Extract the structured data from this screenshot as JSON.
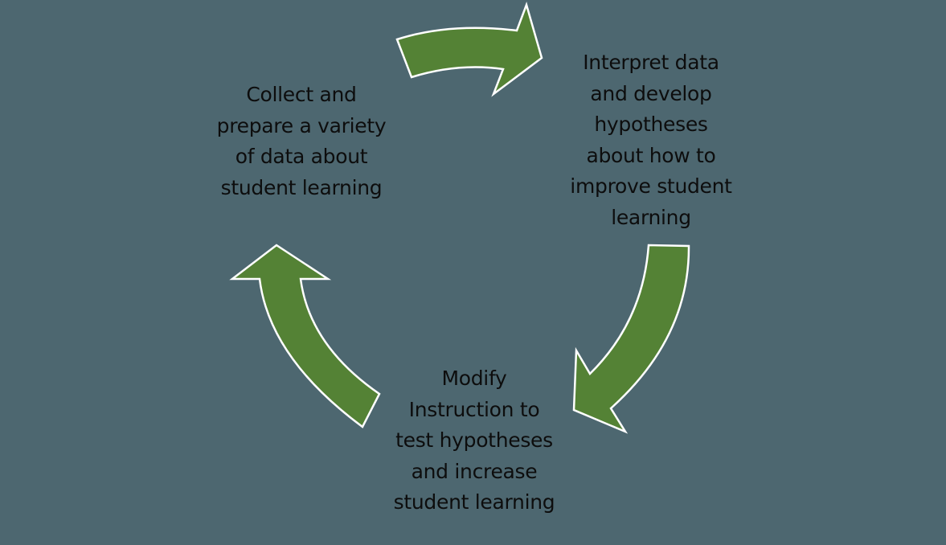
{
  "diagram": {
    "type": "cycle",
    "background_color": "#4d6770",
    "arrow_color": "#548235",
    "arrow_outline_color": "#ffffff",
    "text_color": "#0d0d0d",
    "steps": [
      {
        "id": "collect",
        "lines": [
          "Collect and",
          "prepare a variety",
          "of data about",
          "student learning"
        ]
      },
      {
        "id": "interpret",
        "lines": [
          "Interpret data",
          "and develop",
          "hypotheses",
          "about how to",
          "improve student",
          "learning"
        ]
      },
      {
        "id": "modify",
        "lines": [
          "Modify",
          "Instruction to",
          "test hypotheses",
          "and increase",
          "student learning"
        ]
      }
    ],
    "arrows": [
      {
        "from": "collect",
        "to": "interpret",
        "icon": "curved-arrow-right"
      },
      {
        "from": "interpret",
        "to": "modify",
        "icon": "curved-arrow-down-left"
      },
      {
        "from": "modify",
        "to": "collect",
        "icon": "curved-arrow-up"
      }
    ]
  }
}
